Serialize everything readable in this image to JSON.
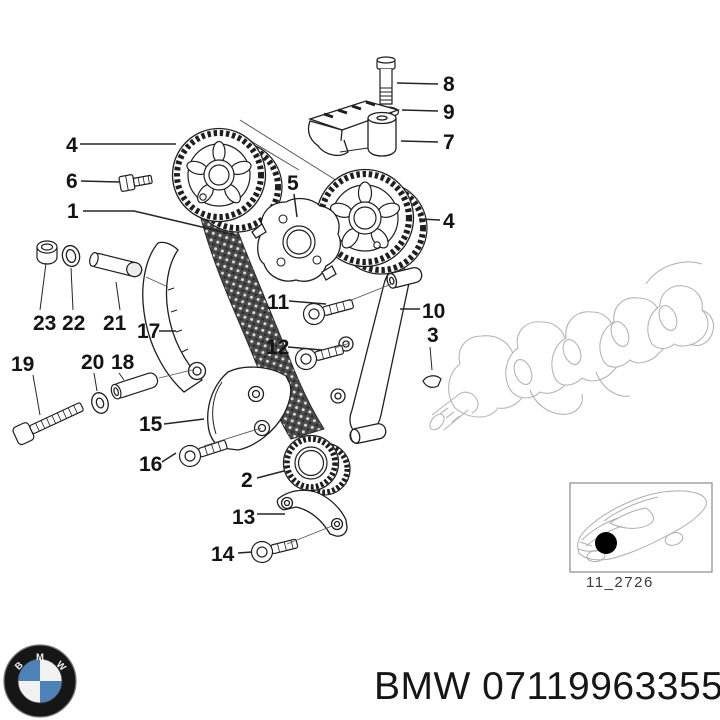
{
  "callouts": [
    {
      "label": "8"
    },
    {
      "label": "9"
    },
    {
      "label": "7"
    },
    {
      "label": "4"
    },
    {
      "label": "6"
    },
    {
      "label": "1"
    },
    {
      "label": "5"
    },
    {
      "label": "4"
    },
    {
      "label": "23"
    },
    {
      "label": "22"
    },
    {
      "label": "21"
    },
    {
      "label": "17"
    },
    {
      "label": "11"
    },
    {
      "label": "12"
    },
    {
      "label": "10"
    },
    {
      "label": "3"
    },
    {
      "label": "19"
    },
    {
      "label": "20"
    },
    {
      "label": "18"
    },
    {
      "label": "15"
    },
    {
      "label": "16"
    },
    {
      "label": "2"
    },
    {
      "label": "13"
    },
    {
      "label": "14"
    }
  ],
  "thumbnail": {
    "code": "11_2726"
  },
  "footer": {
    "text": "BMW 07119963355",
    "logo_letters": {
      "b": "B",
      "m": "M",
      "w": "W"
    }
  },
  "colors": {
    "logo_blue": "#4d82b8",
    "drawing_gray": "#b5b5b5",
    "callout_ink": "#141414"
  }
}
